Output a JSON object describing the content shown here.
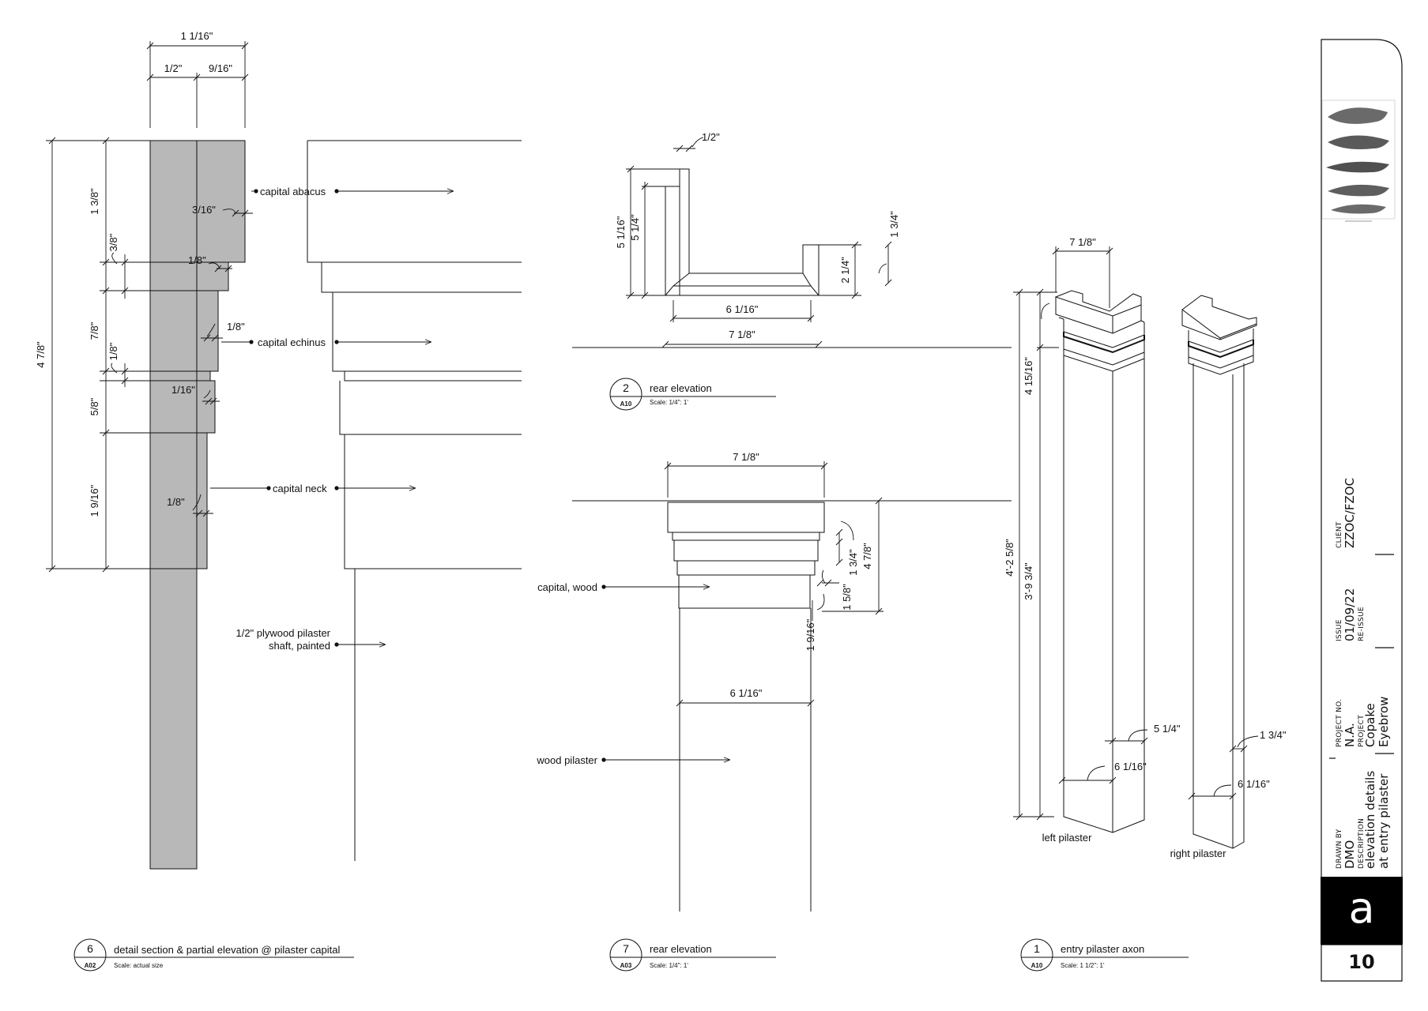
{
  "detail6": {
    "number": "6",
    "sheet": "A02",
    "title": "detail section & partial elevation @ pilaster capital",
    "scale": "Scale:  actual size",
    "dims": {
      "top_total": "1 1/16\"",
      "top_left": "1/2\"",
      "top_right": "9/16\"",
      "overall": "4 7/8\"",
      "d1": "1 3/8\"",
      "d2": "3/8\"",
      "d3": "7/8\"",
      "d4": "1/8\"",
      "d5": "5/8\"",
      "d6": "1 9/16\"",
      "abacus_step": "3/16\"",
      "step_a": "1/8\"",
      "step_b": "1/8\"",
      "step_c": "1/16\"",
      "step_d": "1/8\""
    },
    "labels": {
      "abacus": "capital abacus",
      "echinus": "capital echinus",
      "neck": "capital neck",
      "shaft_1": "1/2\" plywood pilaster",
      "shaft_2": "shaft, painted"
    }
  },
  "detail2": {
    "number": "2",
    "sheet": "A10",
    "title": "rear elevation",
    "scale": "Scale:  1/4\": 1'",
    "dims": {
      "top": "1/2\"",
      "h_outer": "5 1/16\"",
      "h_inner": "5 1/4\"",
      "right_a": "1 3/4\"",
      "right_b": "2 1/4\"",
      "inner_w": "6 1/16\"",
      "outer_w": "7 1/8\""
    }
  },
  "detail7": {
    "number": "7",
    "sheet": "A03",
    "title": "rear elevation",
    "scale": "Scale:  1/4\": 1'",
    "dims": {
      "top_w": "7 1/8\"",
      "h_total": "4 7/8\"",
      "h_a": "1 3/4\"",
      "h_b": "1 5/8\"",
      "h_c": "1 9/16\"",
      "shaft_w": "6 1/16\""
    },
    "labels": {
      "capital": "capital, wood",
      "pilaster": "wood pilaster"
    }
  },
  "detail1": {
    "number": "1",
    "sheet": "A10",
    "title": "entry pilaster axon",
    "scale": "Scale:  1 1/2\": 1'",
    "dims": {
      "top_w": "7 1/8\"",
      "cap_h": "4 15/16\"",
      "overall": "4'-2 5/8\"",
      "shaft_h": "3'-9 3/4\"",
      "left_side": "5 1/4\"",
      "left_front": "6 1/16\"",
      "right_side": "1 3/4\"",
      "right_front": "6 1/16\""
    },
    "labels": {
      "left": "left pilaster",
      "right": "right pilaster"
    }
  },
  "titleblock": {
    "client_label": "CLIENT",
    "client": "ZZOC/FZOC",
    "issue_label": "ISSUE",
    "issue": "01/09/22",
    "reissue_label": "RE-ISSUE",
    "project_no_label": "PROJECT NO.",
    "project_no": "N.A.",
    "project_label": "PROJECT",
    "project_1": "Copake",
    "project_2": "Eyebrow",
    "drawn_by_label": "DRAWN BY",
    "drawn_by": "DMO",
    "description_label": "DESCRIPTION",
    "description_1": "elevation details",
    "description_2": "at entry pilaster",
    "logo": "a",
    "sheet_number": "10"
  },
  "colors": {
    "section_fill": "#b8b8b8",
    "line": "#111111",
    "logo_bg": "#000000"
  }
}
